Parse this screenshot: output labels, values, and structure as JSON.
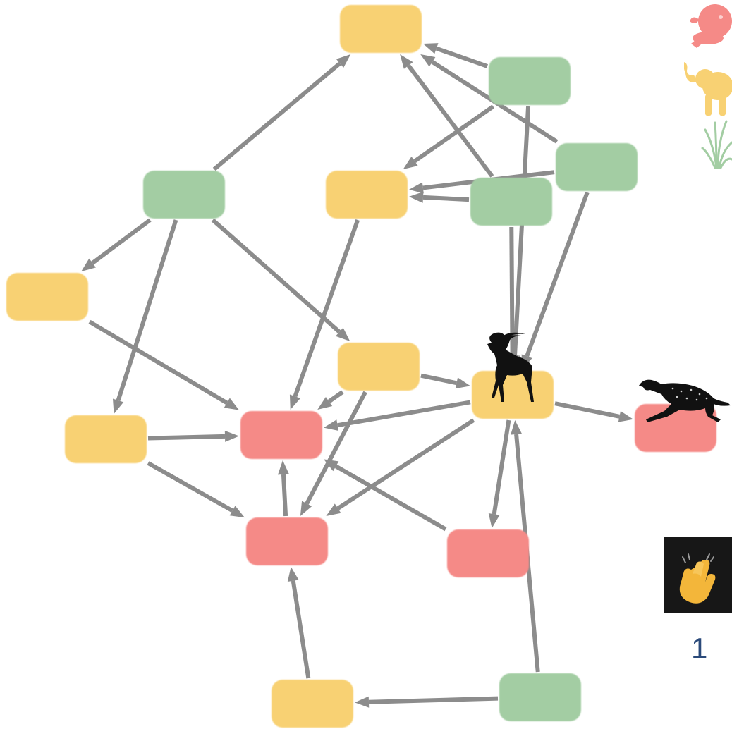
{
  "colors": {
    "producer": "#a3cda3",
    "herbivore": "#f8d173",
    "predator": "#f58a87",
    "edge": "#8c8c8c"
  },
  "legend": [
    {
      "icon": "lion-icon",
      "category": "predator"
    },
    {
      "icon": "elephant-icon",
      "category": "herbivore"
    },
    {
      "icon": "grass-icon",
      "category": "producer"
    }
  ],
  "graph": {
    "nodes": [
      {
        "id": "n1",
        "category": "herbivore"
      },
      {
        "id": "n2",
        "category": "producer"
      },
      {
        "id": "n3",
        "category": "producer"
      },
      {
        "id": "n4",
        "category": "herbivore"
      },
      {
        "id": "n5",
        "category": "producer"
      },
      {
        "id": "n6",
        "category": "producer"
      },
      {
        "id": "n7",
        "category": "herbivore"
      },
      {
        "id": "n8",
        "category": "herbivore"
      },
      {
        "id": "n9",
        "category": "herbivore",
        "marker": "antelope-icon"
      },
      {
        "id": "n10",
        "category": "herbivore"
      },
      {
        "id": "n11",
        "category": "predator"
      },
      {
        "id": "n12",
        "category": "predator",
        "marker": "cheetah-icon"
      },
      {
        "id": "n13",
        "category": "predator"
      },
      {
        "id": "n14",
        "category": "predator"
      },
      {
        "id": "n15",
        "category": "herbivore"
      },
      {
        "id": "n16",
        "category": "producer"
      }
    ],
    "edges": [
      [
        "n2",
        "n1"
      ],
      [
        "n6",
        "n1"
      ],
      [
        "n5",
        "n1"
      ],
      [
        "n3",
        "n1"
      ],
      [
        "n2",
        "n4"
      ],
      [
        "n6",
        "n4"
      ],
      [
        "n5",
        "n4"
      ],
      [
        "n3",
        "n7"
      ],
      [
        "n3",
        "n10"
      ],
      [
        "n3",
        "n8"
      ],
      [
        "n7",
        "n11"
      ],
      [
        "n10",
        "n11"
      ],
      [
        "n4",
        "n11"
      ],
      [
        "n8",
        "n11"
      ],
      [
        "n9",
        "n11"
      ],
      [
        "n10",
        "n14"
      ],
      [
        "n8",
        "n14"
      ],
      [
        "n9",
        "n14"
      ],
      [
        "n8",
        "n9"
      ],
      [
        "n2",
        "n9"
      ],
      [
        "n5",
        "n9"
      ],
      [
        "n6",
        "n9"
      ],
      [
        "n9",
        "n12"
      ],
      [
        "n9",
        "n13"
      ],
      [
        "n13",
        "n11"
      ],
      [
        "n14",
        "n11"
      ],
      [
        "n15",
        "n14"
      ],
      [
        "n16",
        "n15"
      ],
      [
        "n16",
        "n9"
      ]
    ]
  },
  "reaction": {
    "emoji": "👏",
    "count": "1"
  }
}
